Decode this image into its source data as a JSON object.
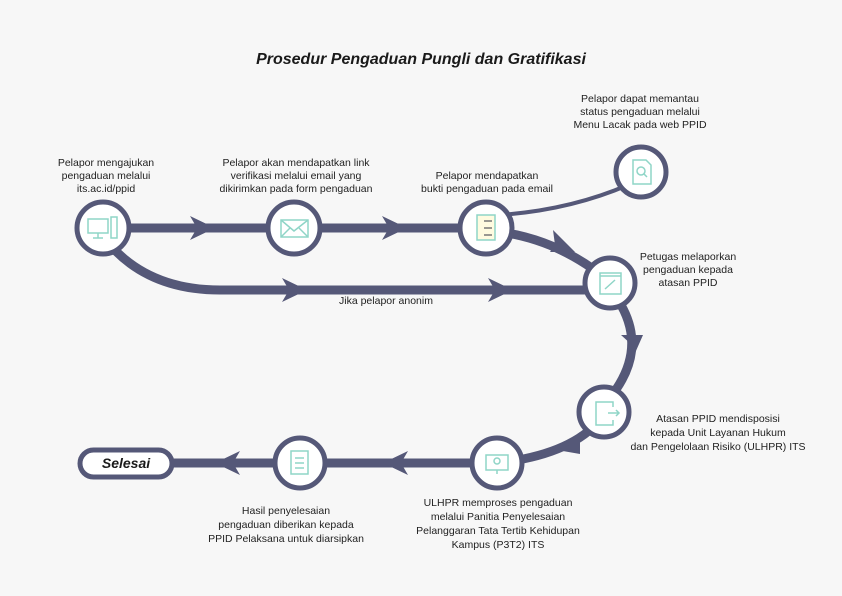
{
  "title": "Prosedur Pengaduan Pungli dan Gratifikasi",
  "colors": {
    "path": "#555878",
    "icon": "#8fd5c7",
    "background": "#f7f7f7"
  },
  "steps": [
    {
      "icon": "computer-icon",
      "lines": [
        "Pelapor mengajukan",
        "pengaduan melalui",
        "its.ac.id/ppid"
      ]
    },
    {
      "icon": "envelope-icon",
      "lines": [
        "Pelapor akan mendapatkan link",
        "verifikasi melalui email yang",
        "dikirimkan pada form pengaduan"
      ]
    },
    {
      "icon": "receipt-list-icon",
      "lines": [
        "Pelapor mendapatkan",
        "bukti pengaduan pada email"
      ]
    },
    {
      "icon": "document-search-icon",
      "lines": [
        "Pelapor dapat memantau",
        "status pengaduan melalui",
        "Menu Lacak pada web PPID"
      ]
    },
    {
      "icon": "notepad-pencil-icon",
      "lines": [
        "Petugas melaporkan",
        "pengaduan kepada",
        "atasan PPID"
      ]
    },
    {
      "icon": "export-document-icon",
      "lines": [
        "Atasan PPID mendisposisi",
        "kepada Unit Layanan Hukum",
        "dan Pengelolaan Risiko (ULHPR) ITS"
      ]
    },
    {
      "icon": "presentation-board-icon",
      "lines": [
        "ULHPR memproses pengaduan",
        "melalui Panitia Penyelesaian",
        "Pelanggaran Tata Tertib Kehidupan",
        "Kampus (P3T2) ITS"
      ]
    },
    {
      "icon": "archive-document-icon",
      "lines": [
        "Hasil penyelesaian",
        "pengaduan diberikan kepada",
        "PPID Pelaksana untuk diarsipkan"
      ]
    }
  ],
  "anonymous_label": "Jika pelapor anonim",
  "end_label": "Selesai"
}
